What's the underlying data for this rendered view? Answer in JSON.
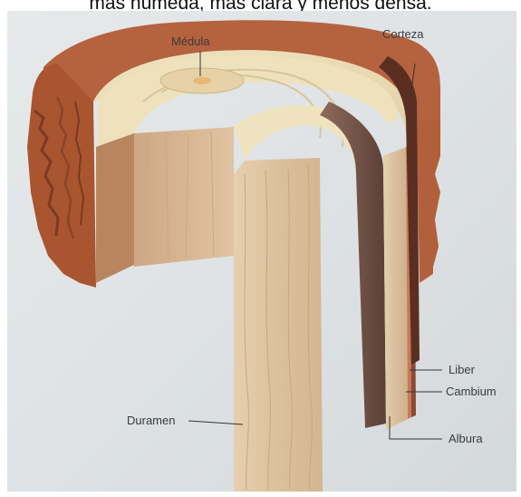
{
  "caption": "más húmeda, más clara y menos densa.",
  "labels": {
    "medula": "Médula",
    "corteza": "Corteza",
    "liber": "Liber",
    "cambium": "Cambium",
    "albura": "Albura",
    "duramen": "Duramen"
  },
  "colors": {
    "bark": "#b5623f",
    "bark_dark": "#7a3a22",
    "heartwood": "#dcc3a2",
    "sapwood": "#d9c7a6",
    "pith": "#e8c89a",
    "inner_bark": "#5a2f22"
  }
}
